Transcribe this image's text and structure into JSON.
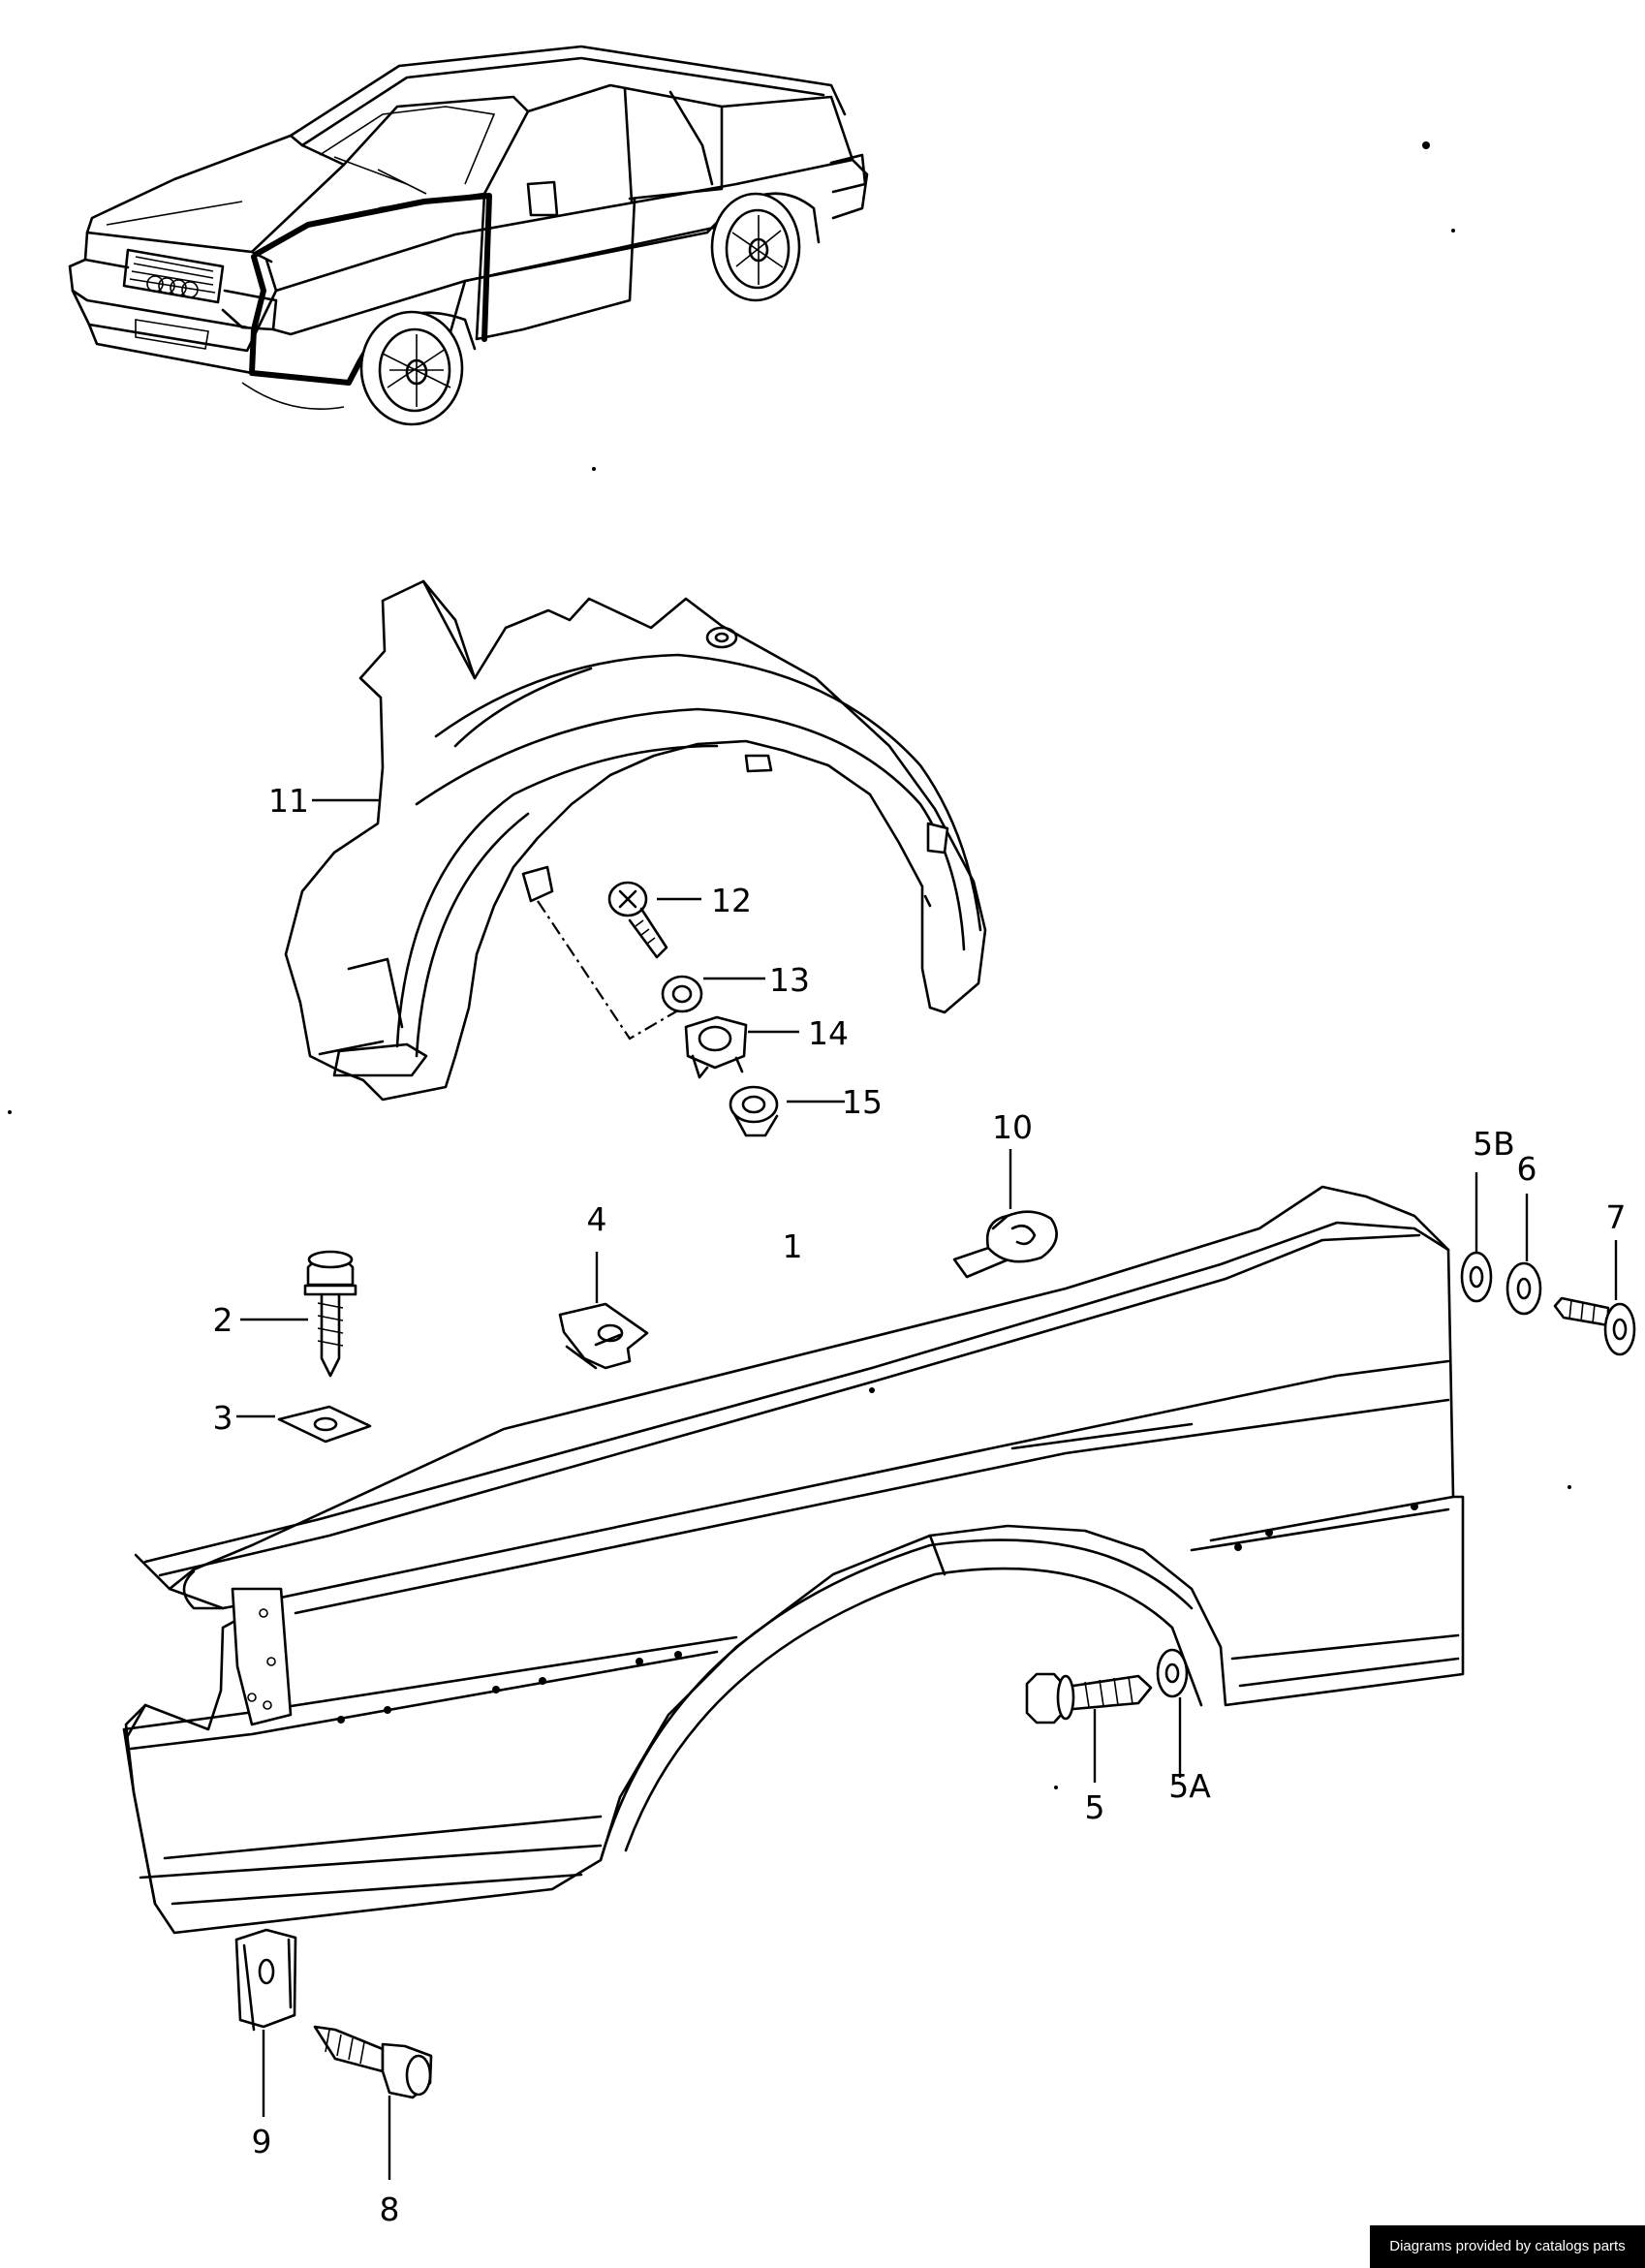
{
  "diagram": {
    "callouts": {
      "p1": "1",
      "p2": "2",
      "p3": "3",
      "p4": "4",
      "p5": "5",
      "p5a": "5A",
      "p5b": "5B",
      "p6": "6",
      "p7": "7",
      "p8": "8",
      "p9": "9",
      "p10": "10",
      "p11": "11",
      "p12": "12",
      "p13": "13",
      "p14": "14",
      "p15": "15"
    }
  },
  "footer": {
    "credit": "Diagrams provided by catalogs parts"
  }
}
